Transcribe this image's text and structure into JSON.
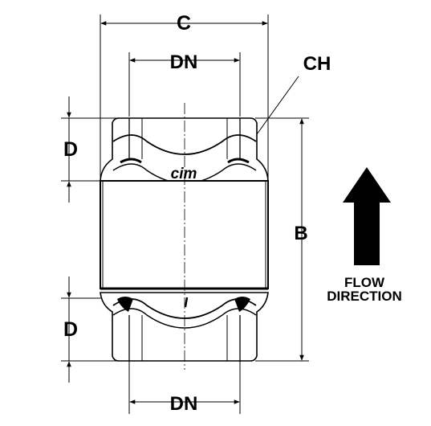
{
  "dimensions": {
    "c": "C",
    "dn_top": "DN",
    "dn_bottom": "DN",
    "ch": "CH",
    "d_top": "D",
    "d_bottom": "D",
    "b": "B"
  },
  "logo": {
    "text": "cim"
  },
  "flow": {
    "line1": "FLOW",
    "line2": "DIRECTION",
    "arrow_icon": "up-arrow-icon"
  },
  "colors": {
    "ink": "#000000",
    "paper": "#ffffff"
  }
}
